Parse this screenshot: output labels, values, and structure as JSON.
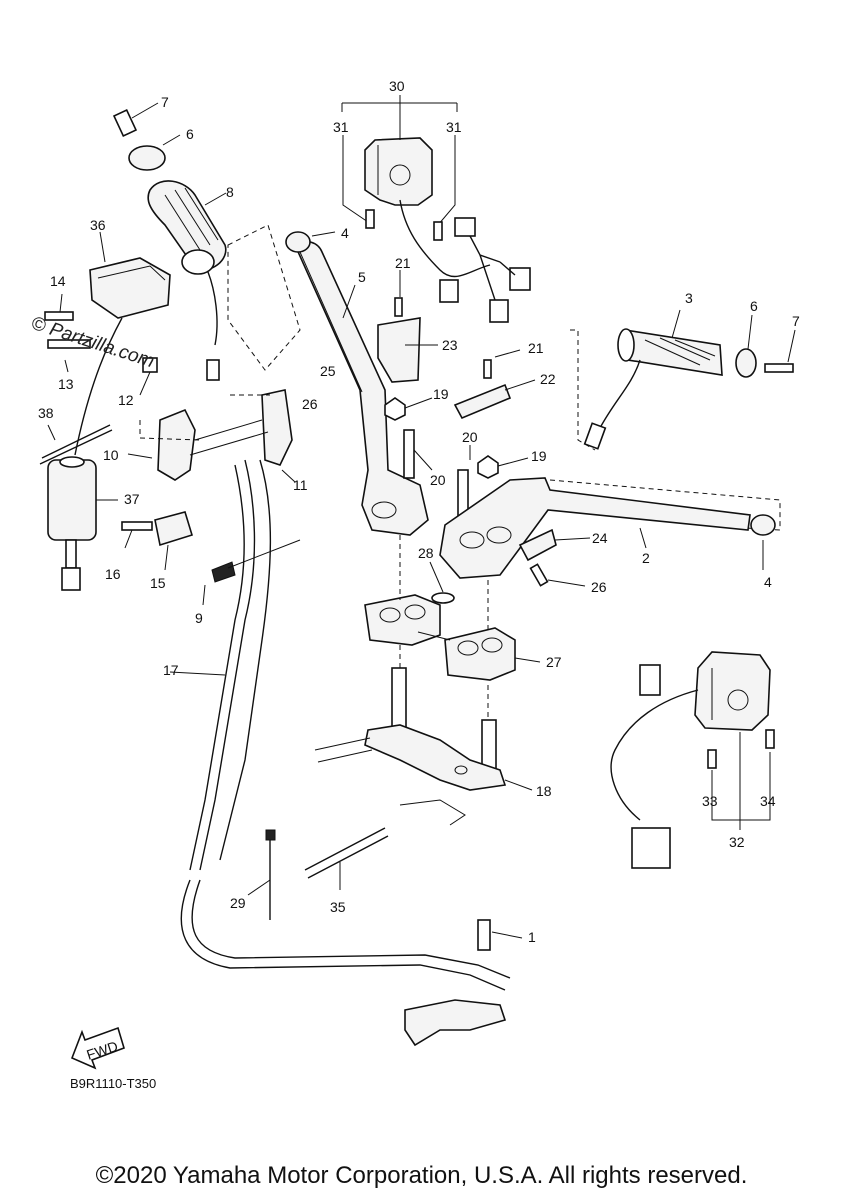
{
  "diagram": {
    "callouts": [
      "1",
      "2",
      "3",
      "4",
      "5",
      "6",
      "7",
      "8",
      "9",
      "10",
      "11",
      "12",
      "13",
      "14",
      "15",
      "16",
      "17",
      "18",
      "19",
      "20",
      "21",
      "22",
      "23",
      "24",
      "25",
      "26",
      "27",
      "28",
      "29",
      "30",
      "31",
      "32",
      "33",
      "34",
      "35",
      "36",
      "37",
      "38"
    ],
    "code": "B9R1110-T350",
    "fwd_label": "FWD",
    "watermark": "© Partzilla.com"
  },
  "footer": {
    "copyright": "©2020 Yamaha Motor Corporation, U.S.A. All rights reserved."
  }
}
